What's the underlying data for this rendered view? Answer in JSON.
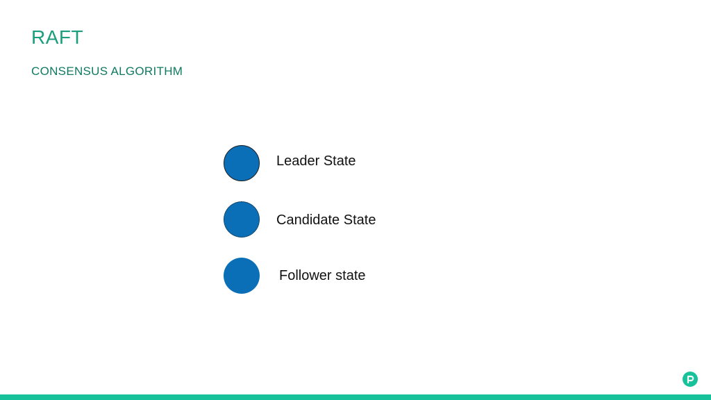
{
  "slide": {
    "title": "RAFT",
    "subtitle": "CONSENSUS ALGORITHM"
  },
  "legend": {
    "items": [
      {
        "label": "Leader State",
        "border": "solid"
      },
      {
        "label": "Candidate State",
        "border": "dotted"
      },
      {
        "label": "Follower state",
        "border": "none"
      }
    ]
  },
  "colors": {
    "title": "#1a9e7e",
    "subtitle": "#0f7a5f",
    "circle_fill": "#0b6fb8",
    "accent_bar": "#17c29a"
  },
  "brand": {
    "logo_icon": "brand-logo-icon"
  }
}
